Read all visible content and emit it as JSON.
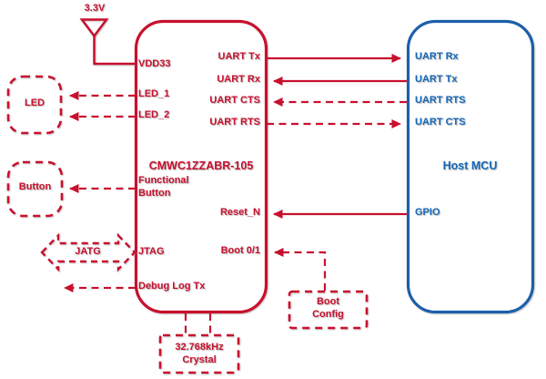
{
  "colors": {
    "module_red": "#C8102E",
    "host_border_blue": "#1E5FA9",
    "host_text_blue": "#1668B8",
    "background": "#FFFFFF"
  },
  "power": {
    "label": "3.3V"
  },
  "module": {
    "title": "CMWC1ZZABR-105",
    "pin_vdd": "VDD33",
    "pin_led1": "LED_1",
    "pin_led2": "LED_2",
    "pin_functional_line1": "Functional",
    "pin_functional_line2": "Button",
    "pin_jtag": "JTAG",
    "pin_debug": "Debug Log Tx",
    "pin_uart_tx": "UART Tx",
    "pin_uart_rx": "UART Rx",
    "pin_uart_cts": "UART CTS",
    "pin_uart_rts": "UART RTS",
    "pin_reset": "Reset_N",
    "pin_boot": "Boot 0/1"
  },
  "host": {
    "title": "Host MCU",
    "pin_uart_rx": "UART Rx",
    "pin_uart_tx": "UART Tx",
    "pin_uart_rts": "UART RTS",
    "pin_uart_cts": "UART CTS",
    "pin_gpio": "GPIO"
  },
  "peripherals": {
    "led": "LED",
    "button": "Button",
    "jtag_connector": "JATG",
    "crystal_line1": "32.768kHz",
    "crystal_line2": "Crystal",
    "boot_config_line1": "Boot",
    "boot_config_line2": "Config"
  }
}
